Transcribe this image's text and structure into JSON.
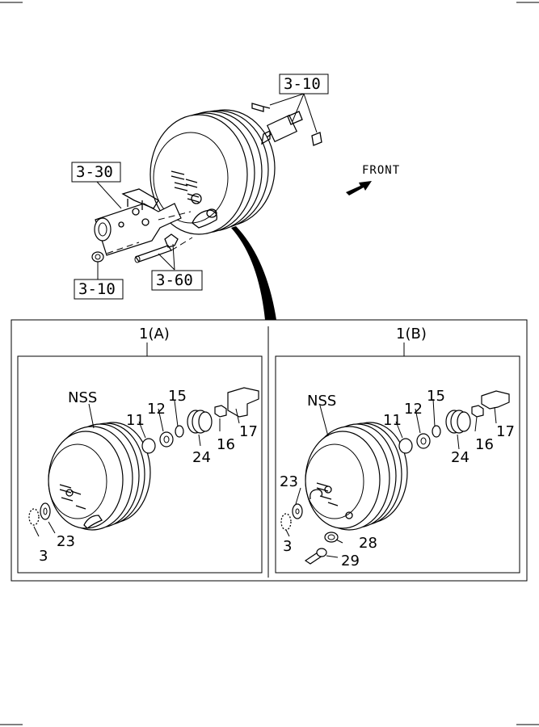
{
  "references": {
    "ref_top": "3-10",
    "ref_left": "3-30",
    "ref_bottom_left": "3-10",
    "ref_bottom_mid": "3-60"
  },
  "orientation": {
    "front_label": "FRONT"
  },
  "panels": {
    "a": {
      "title": "1(A)",
      "nss": "NSS",
      "callouts": {
        "p11": "11",
        "p12": "12",
        "p15": "15",
        "p16": "16",
        "p17": "17",
        "p24": "24",
        "p23": "23",
        "p3": "3"
      }
    },
    "b": {
      "title": "1(B)",
      "nss": "NSS",
      "callouts": {
        "p11": "11",
        "p12": "12",
        "p15": "15",
        "p16": "16",
        "p17": "17",
        "p24": "24",
        "p23": "23",
        "p3": "3",
        "p28": "28",
        "p29": "29"
      }
    }
  }
}
